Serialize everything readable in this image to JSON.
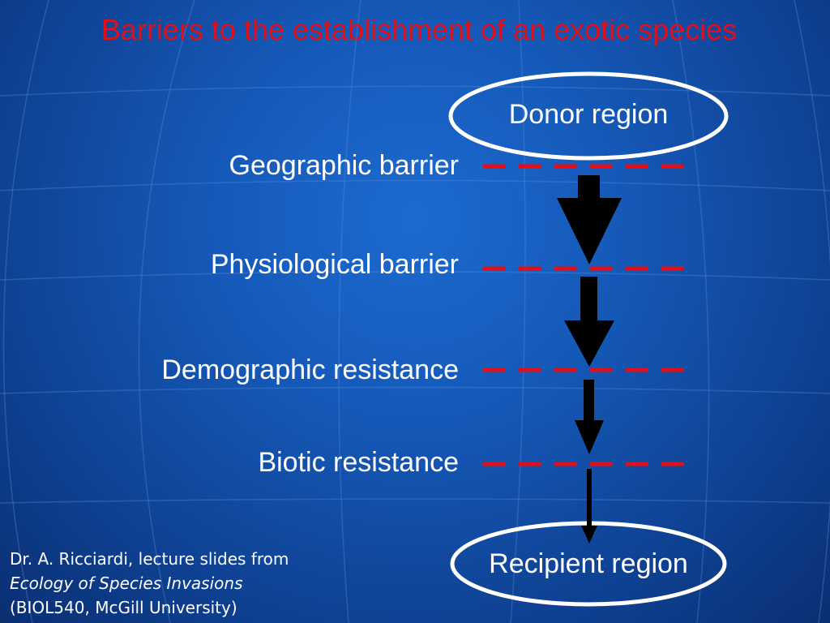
{
  "title": "Barriers to the establishment of an exotic species",
  "regions": {
    "donor": "Donor region",
    "recipient": "Recipient region"
  },
  "barriers": [
    "Geographic barrier",
    "Physiological barrier",
    "Demographic resistance",
    "Biotic resistance"
  ],
  "credit": {
    "line1": "Dr. A. Ricciardi, lecture slides from",
    "line2": "Ecology of Species Invasions",
    "line3": "(BIOL540, McGill University)"
  },
  "colors": {
    "background": "#1559b8",
    "title": "#e0101a",
    "dashed_line": "#e0101a",
    "text": "#ffffff",
    "arrow": "#000000"
  }
}
